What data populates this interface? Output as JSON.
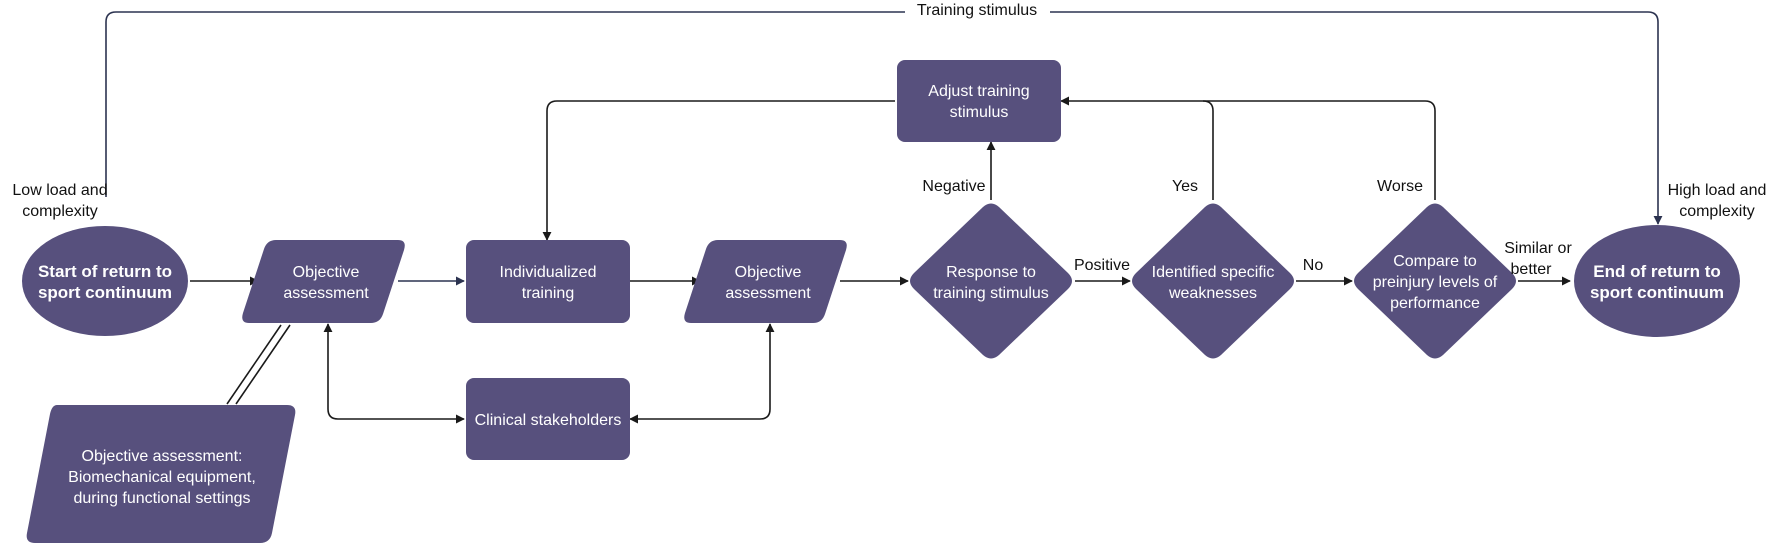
{
  "colors": {
    "node_fill": "#57507d",
    "node_text": "#ffffff",
    "edge": "#1a1a1a",
    "label": "#111111"
  },
  "labels": {
    "training_stimulus": "Training stimulus",
    "low_load": [
      "Low load and",
      "complexity"
    ],
    "high_load": [
      "High load and",
      "complexity"
    ],
    "negative": "Negative",
    "positive": "Positive",
    "yes": "Yes",
    "no": "No",
    "worse": "Worse",
    "similar": [
      "Similar or",
      "better"
    ]
  },
  "nodes": {
    "start": [
      "Start of return to",
      "sport continuum"
    ],
    "objective_1": [
      "Objective",
      "assessment"
    ],
    "individualized": [
      "Individualized",
      "training"
    ],
    "objective_2": [
      "Objective",
      "assessment"
    ],
    "response": [
      "Response to",
      "training stimulus"
    ],
    "weaknesses": [
      "Identified specific",
      "weaknesses"
    ],
    "compare": [
      "Compare to",
      "preinjury levels of",
      "performance"
    ],
    "end": [
      "End of return to",
      "sport continuum"
    ],
    "adjust": [
      "Adjust training",
      "stimulus"
    ],
    "clinical": [
      "Clinical stakeholders"
    ],
    "biomech": [
      "Objective assessment:",
      "Biomechanical equipment,",
      "during functional settings"
    ]
  }
}
